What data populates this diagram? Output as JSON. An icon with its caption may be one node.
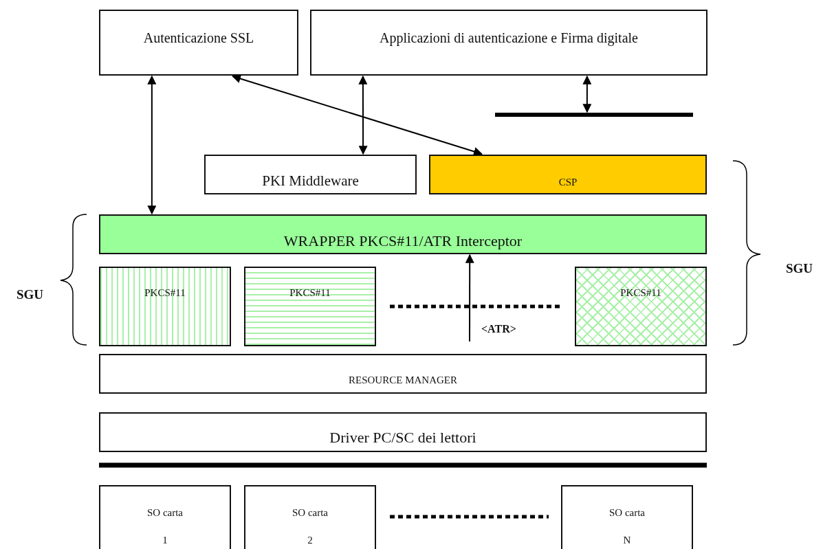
{
  "diagram": {
    "nodes": [
      {
        "text": [
          "Autenticazione SSL"
        ]
      },
      {
        "text": [
          "Applicazioni di autenticazione e Firma digitale"
        ]
      },
      {
        "text": [],
        "shape": "bar"
      },
      {
        "text": [
          "PKI Middleware"
        ]
      },
      {
        "text": [
          "CSP"
        ]
      },
      {
        "text": [
          "WRAPPER PKCS#11/ATR Interceptor"
        ]
      },
      {
        "text": [
          "PKCS#11"
        ]
      },
      {
        "text": [
          "PKCS#11"
        ]
      },
      {
        "text": [
          "PKCS#11"
        ]
      },
      {
        "text": [
          "RESOURCE MANAGER"
        ]
      },
      {
        "text": [
          "Driver PC/SC dei lettori"
        ]
      },
      {
        "text": [
          "SO carta 1"
        ]
      },
      {
        "text": [
          "SO carta 2"
        ]
      },
      {
        "text": [
          "SO carta N"
        ]
      }
    ],
    "edges": [
      {
        "from": 0,
        "to": 5,
        "arrow": "both"
      },
      {
        "from": 0,
        "to": 4,
        "arrow": "both"
      },
      {
        "from": 1,
        "to": 3,
        "arrow": "both"
      },
      {
        "from": 1,
        "to": 2,
        "arrow": "both"
      },
      {
        "from": null,
        "to": 5,
        "arrow": "to",
        "label": "<ATR>"
      }
    ],
    "labels": [
      "SGU",
      "SGU"
    ]
  }
}
